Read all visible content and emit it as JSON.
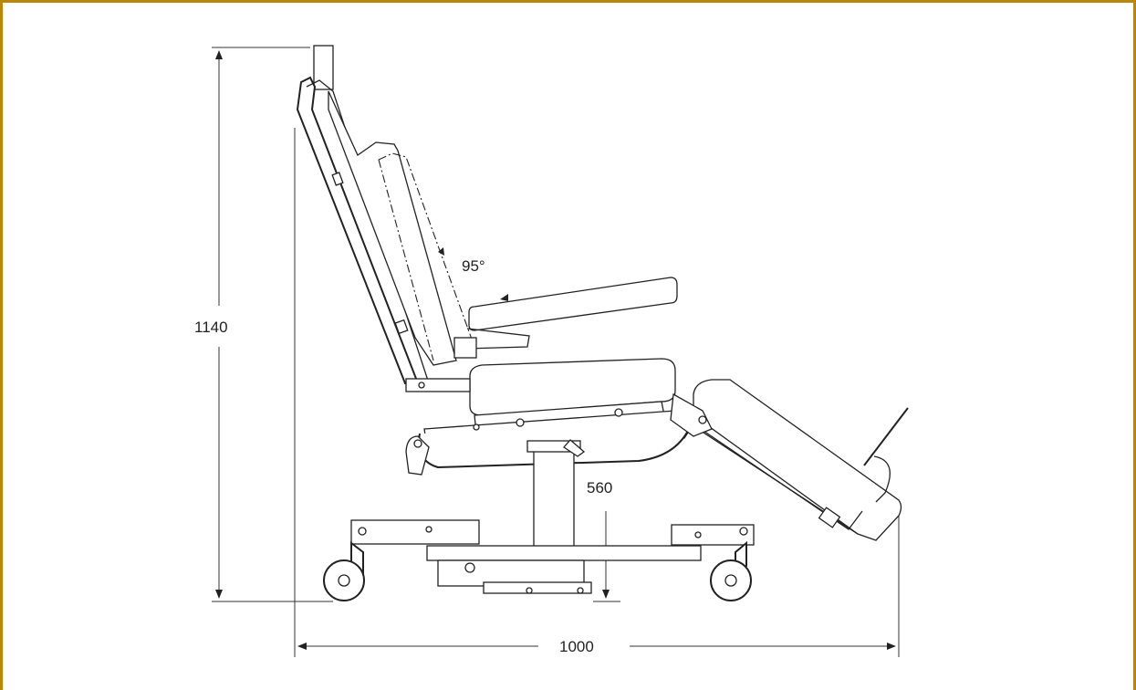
{
  "diagram": {
    "subject": "treatment-chair-side-view",
    "dimensions": {
      "height": "1140",
      "width": "1000",
      "seat_height": "560",
      "backrest_angle": "95°"
    },
    "colors": {
      "frame": "#b8860b",
      "line": "#222222"
    }
  }
}
